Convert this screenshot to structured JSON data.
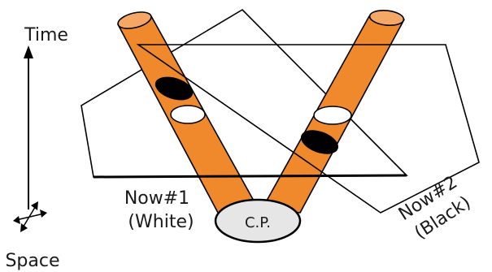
{
  "axes": {
    "time_label": "Time",
    "space_label": "Space"
  },
  "planes": {
    "now1_label": "Now#1",
    "now1_sub": "(White)",
    "now2_label": "Now#2",
    "now2_sub": "(Black)"
  },
  "cp_label": "C.P.",
  "colors": {
    "tube_fill": "#f0892b",
    "tube_stroke": "#000000",
    "tube_cap": "#f5a866",
    "plane_stroke": "#000000",
    "cp_fill": "#e6e6e6",
    "disk_black": "#000000",
    "disk_white": "#ffffff"
  }
}
